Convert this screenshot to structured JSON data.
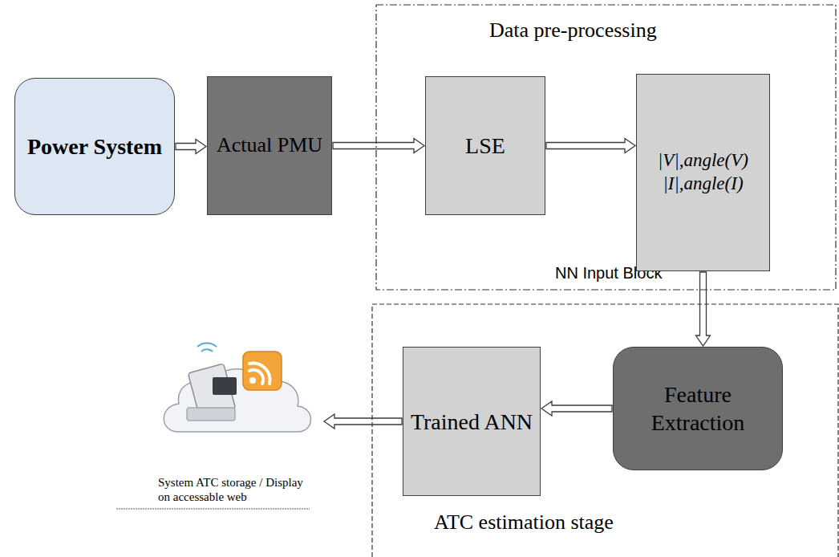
{
  "diagram": {
    "nodes": [
      {
        "text": [
          "Power System"
        ]
      },
      {
        "text": [
          "Actual PMU"
        ]
      },
      {
        "text": [
          "Data pre-processing",
          "NN Input Block"
        ]
      },
      {
        "text": [
          "LSE"
        ],
        "in": 2
      },
      {
        "text": [
          "|V|,angle(V)",
          "|I|,angle(I)"
        ],
        "in": 2
      },
      {
        "text": [
          "ATC estimation stage"
        ]
      },
      {
        "text": [
          "Feature Extraction"
        ],
        "in": 5
      },
      {
        "text": [
          "Trained ANN"
        ],
        "in": 5
      },
      {
        "text": [
          "System ATC storage / Display on accessable web"
        ]
      }
    ],
    "edges": [
      {
        "from": 0,
        "to": 1,
        "arrow": "to"
      },
      {
        "from": 1,
        "to": 3,
        "arrow": "to"
      },
      {
        "from": 3,
        "to": 4,
        "arrow": "to"
      },
      {
        "from": 4,
        "to": 6,
        "arrow": "to"
      },
      {
        "from": 6,
        "to": 7,
        "arrow": "to"
      },
      {
        "from": 7,
        "to": 8,
        "arrow": "to"
      }
    ]
  }
}
